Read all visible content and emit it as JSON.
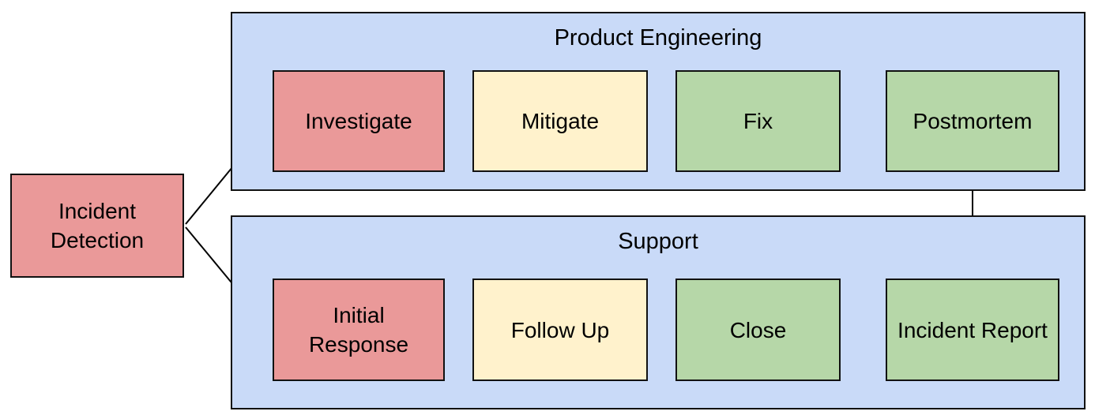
{
  "diagram": {
    "type": "flowchart",
    "entry_node": {
      "label": "Incident Detection",
      "color": "#ea9999"
    },
    "lanes": [
      {
        "title": "Product Engineering",
        "fill": "#c9daf8",
        "steps": [
          {
            "label": "Investigate",
            "color": "#ea9999"
          },
          {
            "label": "Mitigate",
            "color": "#fff2cc"
          },
          {
            "label": "Fix",
            "color": "#b6d7a8"
          },
          {
            "label": "Postmortem",
            "color": "#b6d7a8"
          }
        ]
      },
      {
        "title": "Support",
        "fill": "#c9daf8",
        "steps": [
          {
            "label": "Initial Response",
            "color": "#ea9999"
          },
          {
            "label": "Follow Up",
            "color": "#fff2cc"
          },
          {
            "label": "Close",
            "color": "#b6d7a8"
          },
          {
            "label": "Incident Report",
            "color": "#b6d7a8"
          }
        ]
      }
    ],
    "connections": [
      {
        "from": "Incident Detection",
        "to": "Investigate"
      },
      {
        "from": "Incident Detection",
        "to": "Initial Response"
      },
      {
        "from": "Investigate",
        "to": "Mitigate"
      },
      {
        "from": "Mitigate",
        "to": "Fix"
      },
      {
        "from": "Fix",
        "to": "Postmortem"
      },
      {
        "from": "Postmortem",
        "to": "Incident Report"
      },
      {
        "from": "Initial Response",
        "to": "Follow Up"
      },
      {
        "from": "Follow Up",
        "to": "Close"
      },
      {
        "from": "Close",
        "to": "Incident Report"
      }
    ],
    "colors": {
      "lane_fill": "#c9daf8",
      "node_red": "#ea9999",
      "node_yellow": "#fff2cc",
      "node_green": "#b6d7a8",
      "border": "#111111",
      "arrow": "#000000",
      "background": "#ffffff"
    }
  }
}
